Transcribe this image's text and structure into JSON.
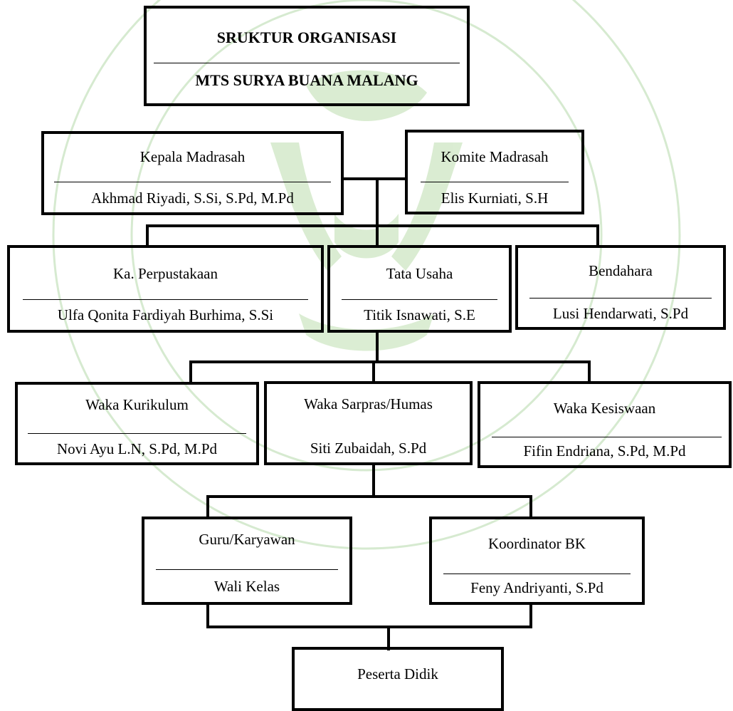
{
  "colors": {
    "line": "#000000",
    "watermark": "#cfe6c4"
  },
  "header": {
    "title_line1": "SRUKTUR ORGANISASI",
    "title_line2": "MTS SURYA BUANA MALANG"
  },
  "nodes": {
    "kepala": {
      "role": "Kepala Madrasah",
      "name": "Akhmad Riyadi, S.Si, S.Pd, M.Pd"
    },
    "komite": {
      "role": "Komite Madrasah",
      "name": "Elis Kurniati, S.H"
    },
    "perpustakaan": {
      "role": "Ka. Perpustakaan",
      "name": "Ulfa Qonita Fardiyah Burhima, S.Si"
    },
    "tata_usaha": {
      "role": "Tata Usaha",
      "name": "Titik Isnawati, S.E"
    },
    "bendahara": {
      "role": "Bendahara",
      "name": "Lusi Hendarwati, S.Pd"
    },
    "kurikulum": {
      "role": "Waka Kurikulum",
      "name": "Novi Ayu L.N, S.Pd, M.Pd"
    },
    "sarpras": {
      "role": "Waka Sarpras/Humas",
      "name": "Siti Zubaidah, S.Pd"
    },
    "kesiswaan": {
      "role": "Waka Kesiswaan",
      "name": "Fifin Endriana, S.Pd, M.Pd"
    },
    "guru": {
      "role": "Guru/Karyawan",
      "name": "Wali Kelas"
    },
    "bk": {
      "role": "Koordinator BK",
      "name": "Feny Andriyanti, S.Pd"
    },
    "peserta": {
      "role": "Peserta Didik"
    }
  }
}
